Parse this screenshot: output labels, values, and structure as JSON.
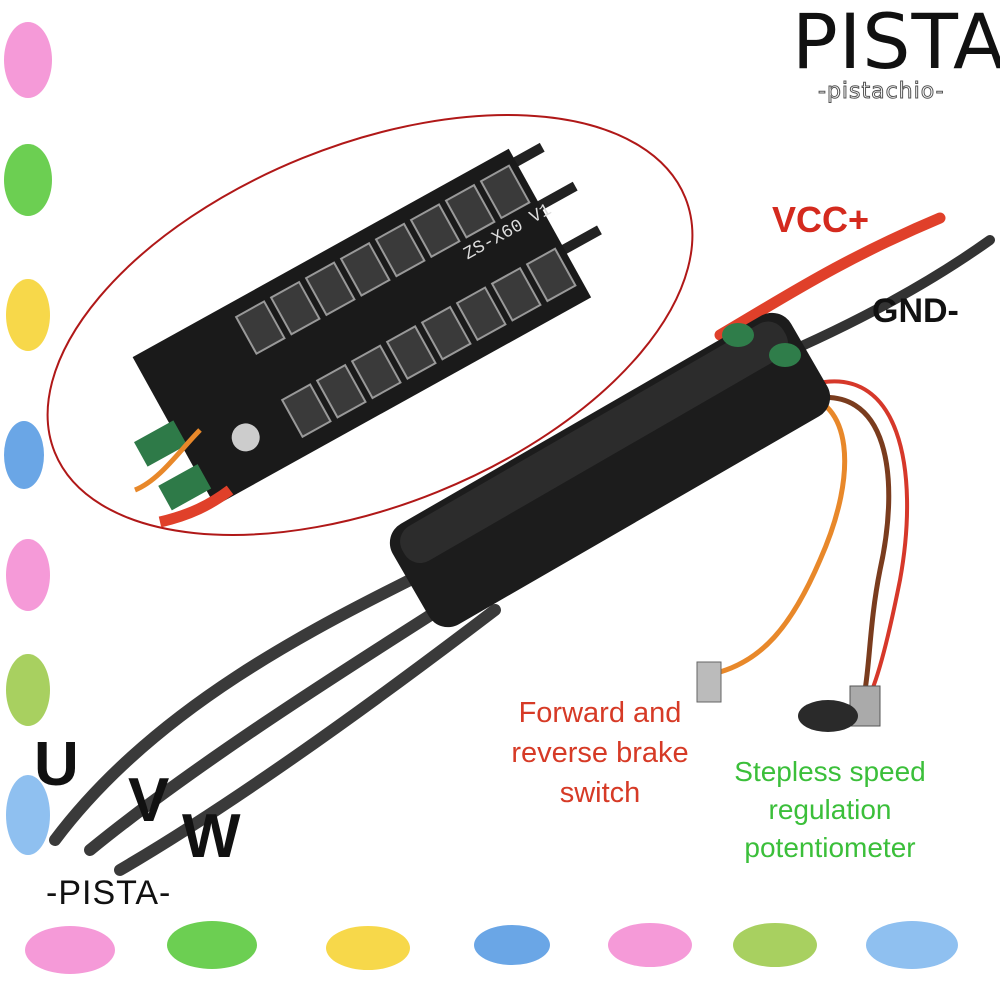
{
  "brand": {
    "name": "PISTA",
    "tagline": "-pistachio-",
    "watermark": "-PISTA-"
  },
  "pcb": {
    "silkscreen": "ZS-X60 V1"
  },
  "labels": {
    "vcc": "VCC+",
    "gnd": "GND-",
    "switch": "Forward and reverse brake switch",
    "potentiometer": "Stepless speed regulation potentiometer",
    "phase_u": "U",
    "phase_v": "V",
    "phase_w": "W"
  },
  "colors": {
    "highlight_ellipse": "#b01818",
    "vcc_text": "#d42a1e",
    "switch_text": "#d63a26",
    "pot_text": "#3bbf3a",
    "paint_dots": [
      "#f59ad8",
      "#6ccf52",
      "#f7d84a",
      "#6aa6e6",
      "#f59ad8",
      "#a8d060",
      "#8fc0f0"
    ]
  }
}
